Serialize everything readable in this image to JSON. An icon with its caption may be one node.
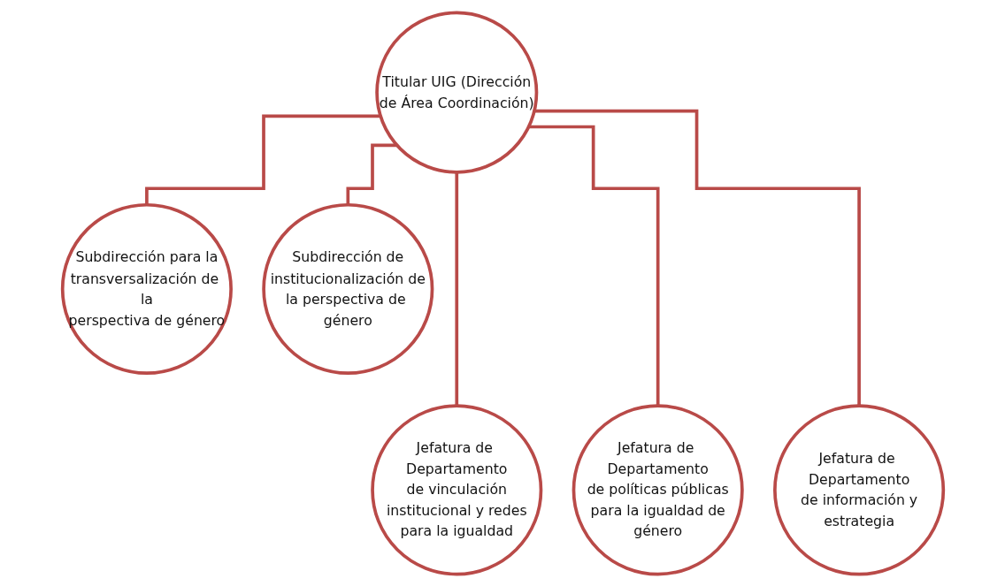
{
  "diagram": {
    "nodes": [
      {
        "text": [
          "Titular UIG (Dirección de Área Coordinación)"
        ]
      },
      {
        "text": [
          "Subdirección para la transversalización de la perspectiva de género"
        ]
      },
      {
        "text": [
          "Subdirección de institucionalización de la perspectiva de género"
        ]
      },
      {
        "text": [
          "Jefatura de Departamento de vinculación institucional y redes para la igualdad"
        ]
      },
      {
        "text": [
          "Jefatura de Departamento de políticas públicas para la igualdad de género"
        ]
      },
      {
        "text": [
          "Jefatura de Departamento de información y estrategia"
        ]
      }
    ],
    "edges": [
      {
        "from": 0,
        "to": 1,
        "arrow": "none"
      },
      {
        "from": 0,
        "to": 2,
        "arrow": "none"
      },
      {
        "from": 0,
        "to": 3,
        "arrow": "none"
      },
      {
        "from": 0,
        "to": 4,
        "arrow": "none"
      },
      {
        "from": 0,
        "to": 5,
        "arrow": "none"
      }
    ]
  }
}
